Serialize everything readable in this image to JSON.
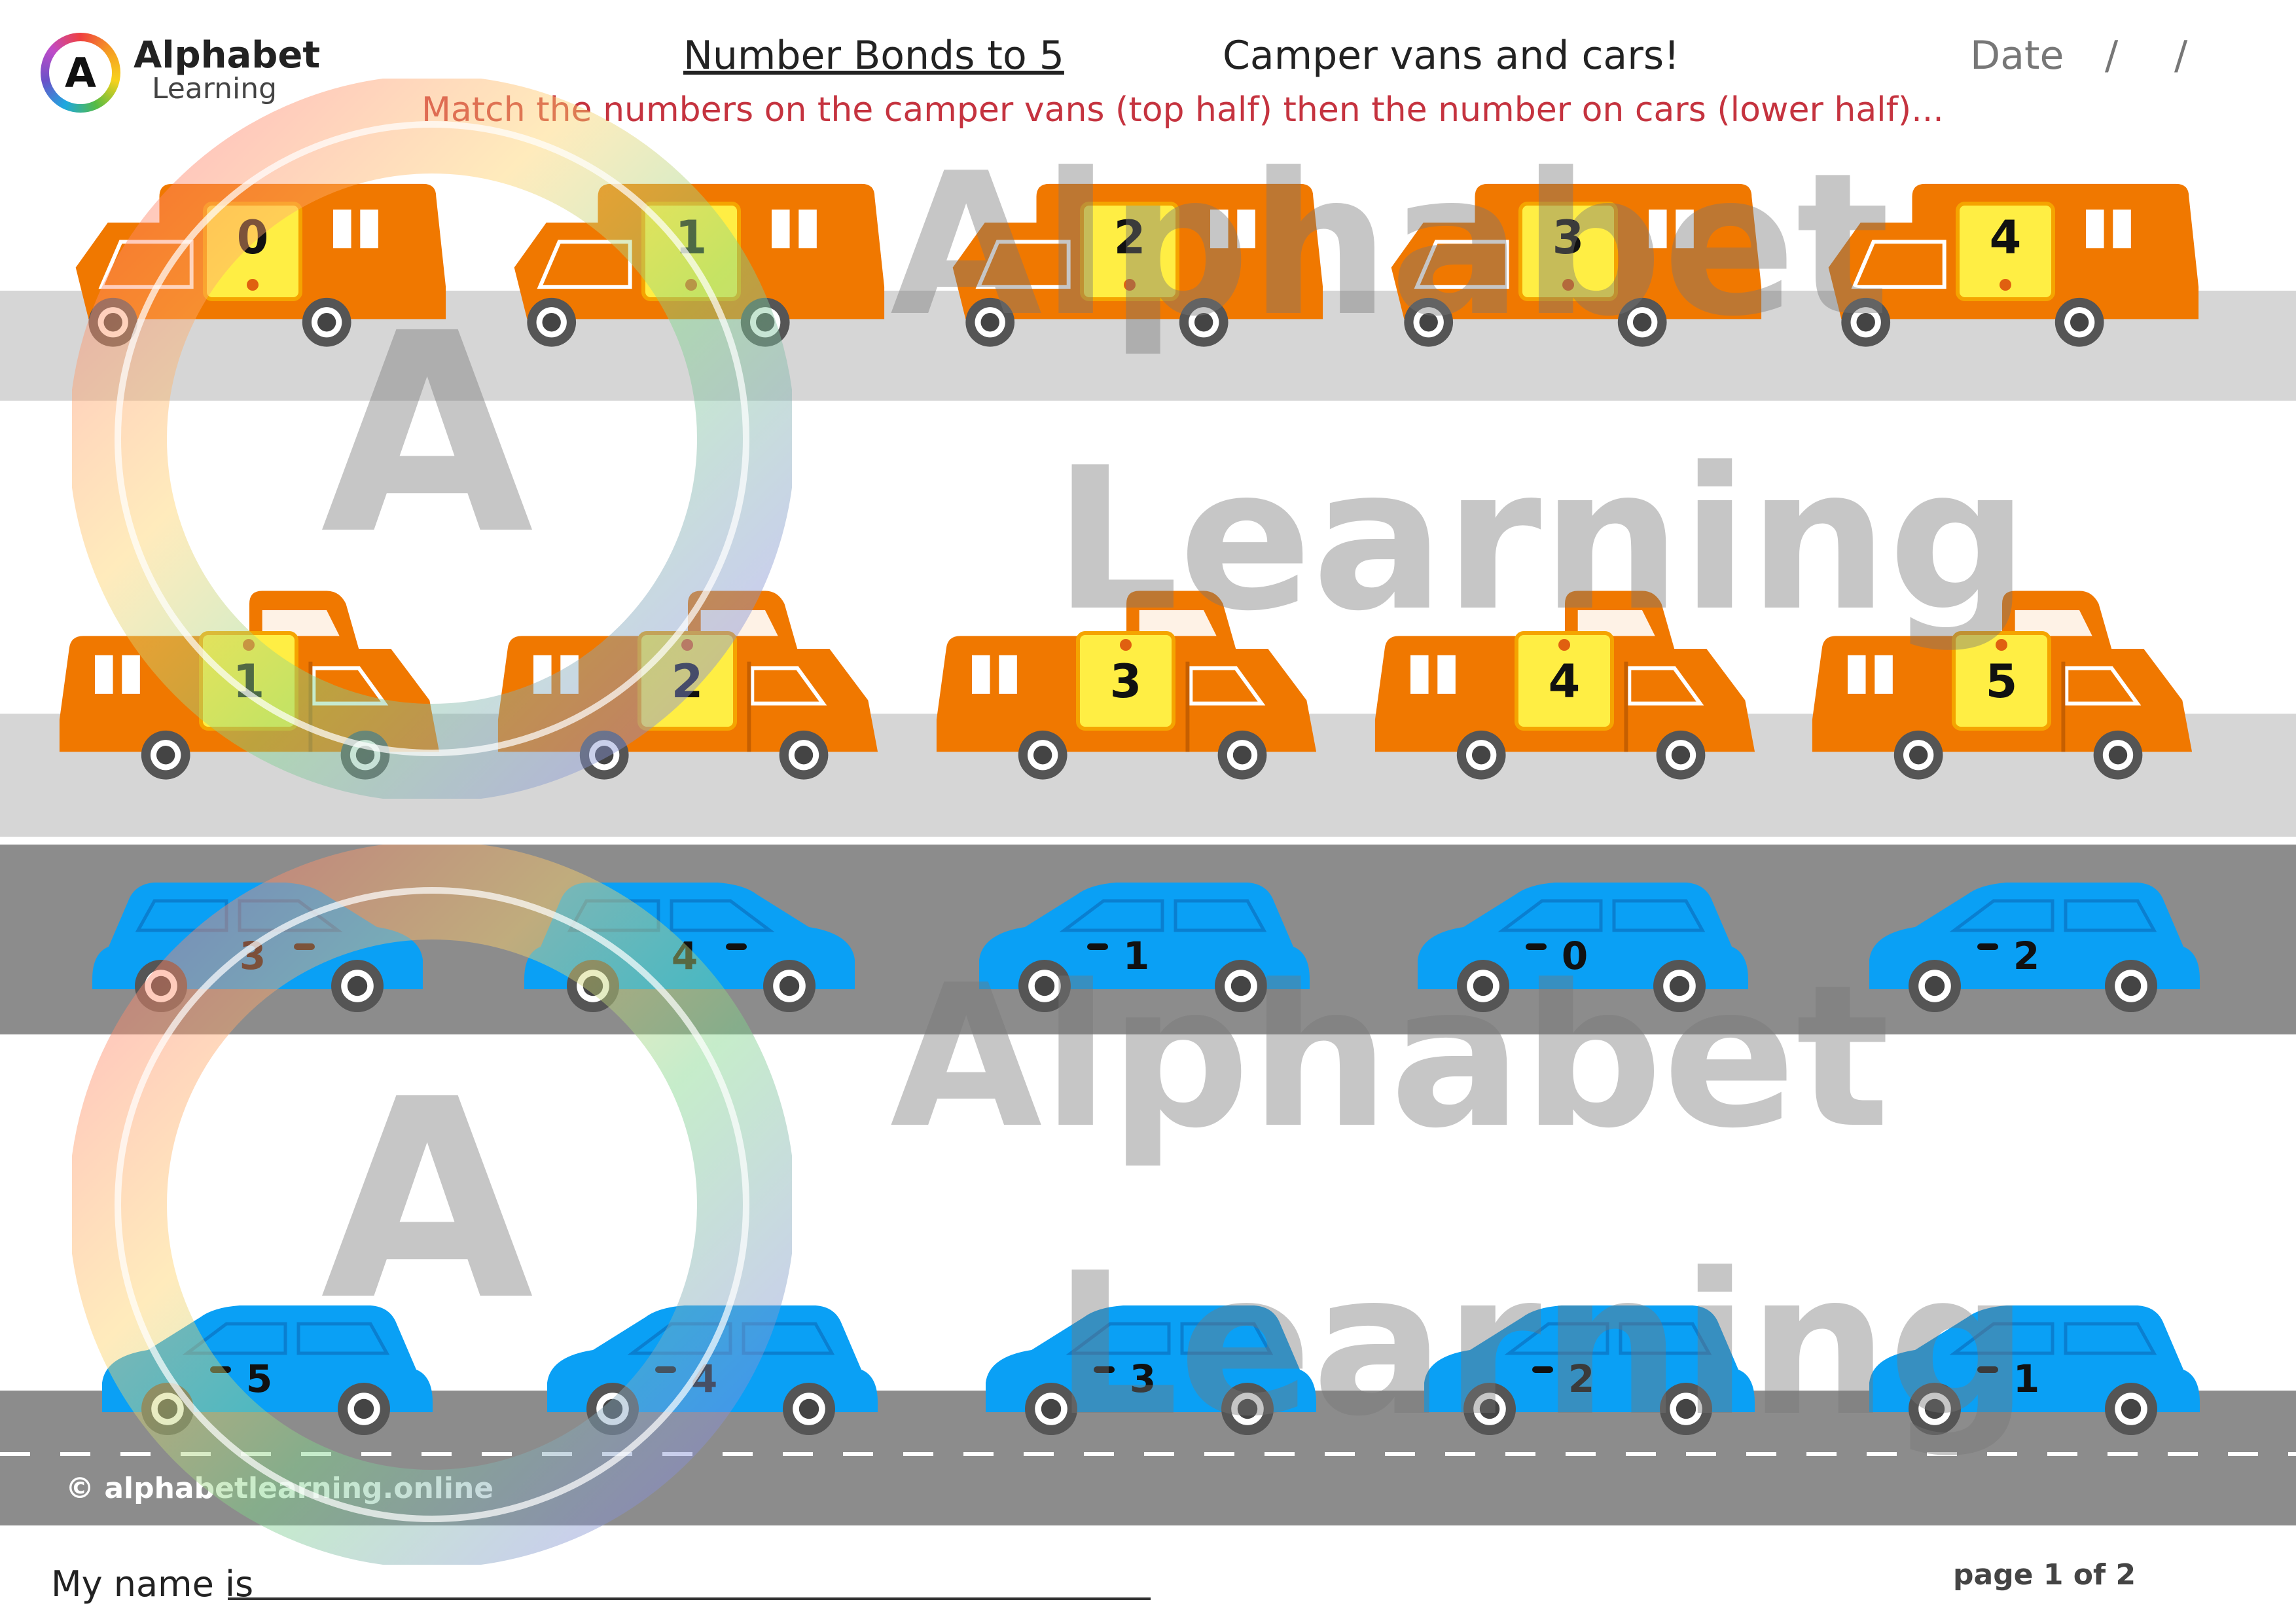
{
  "header": {
    "logo_letter": "A",
    "logo_line1": "Alphabet",
    "logo_line2": "Learning",
    "title": "Number Bonds to 5",
    "subtitle": "Camper vans and cars!",
    "date_label": "Date",
    "date_slash": "/",
    "instruction": "Match the numbers on the camper vans (top half) then the number on cars (lower half)..."
  },
  "camper_row_top": [
    "0",
    "1",
    "2",
    "3",
    "4"
  ],
  "camper_row_bottom": [
    "1",
    "2",
    "3",
    "4",
    "5"
  ],
  "car_row_top": [
    "3",
    "4",
    "1",
    "0",
    "2"
  ],
  "car_row_bottom": [
    "5",
    "4",
    "3",
    "2",
    "1"
  ],
  "footer": {
    "copyright": "© alphabetlearning.online",
    "name_label": "My name is",
    "page_number": "page 1 of 2"
  },
  "watermark": {
    "line1": "Alphabet",
    "line2": "Learning",
    "letter": "A"
  },
  "colors": {
    "van_orange": "#f07800",
    "label_yellow": "#ffee44",
    "car_blue": "#0aa0f5",
    "road_dark": "#8c8c8c",
    "road_light": "#d6d6d6",
    "instruction_red": "#c5333f"
  },
  "icons": {
    "logo": "alphabet-learning-rainbow-logo",
    "van": "camper-van-icon",
    "car": "hatchback-car-icon"
  }
}
